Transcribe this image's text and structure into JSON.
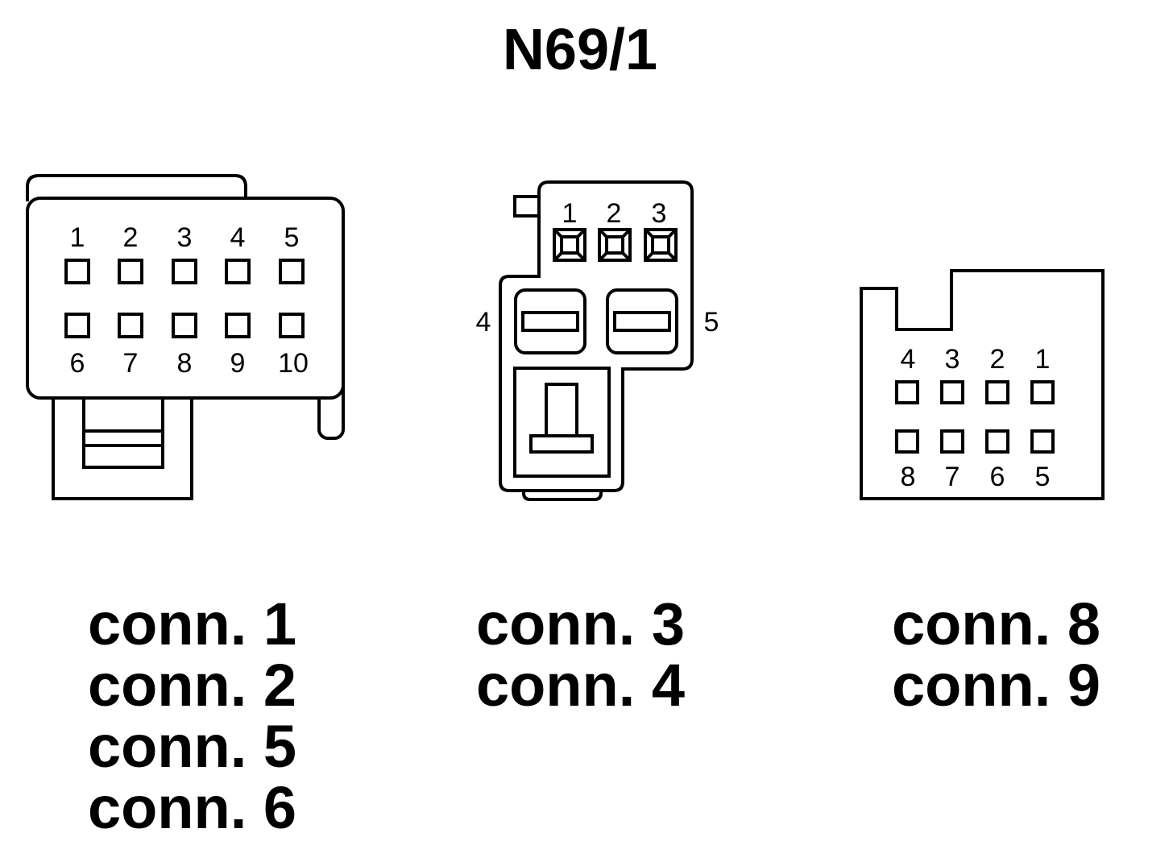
{
  "title": "N69/1",
  "left_connector": {
    "top_pins": [
      "1",
      "2",
      "3",
      "4",
      "5"
    ],
    "bottom_pins": [
      "6",
      "7",
      "8",
      "9",
      "10"
    ],
    "labels": [
      "conn. 1",
      "conn. 2",
      "conn. 5",
      "conn. 6"
    ]
  },
  "middle_connector": {
    "top_pins": [
      "1",
      "2",
      "3"
    ],
    "left_pin": "4",
    "right_pin": "5",
    "labels": [
      "conn. 3",
      "conn. 4"
    ]
  },
  "right_connector": {
    "top_pins": [
      "4",
      "3",
      "2",
      "1"
    ],
    "bottom_pins": [
      "8",
      "7",
      "6",
      "5"
    ],
    "labels": [
      "conn. 8",
      "conn. 9"
    ]
  }
}
